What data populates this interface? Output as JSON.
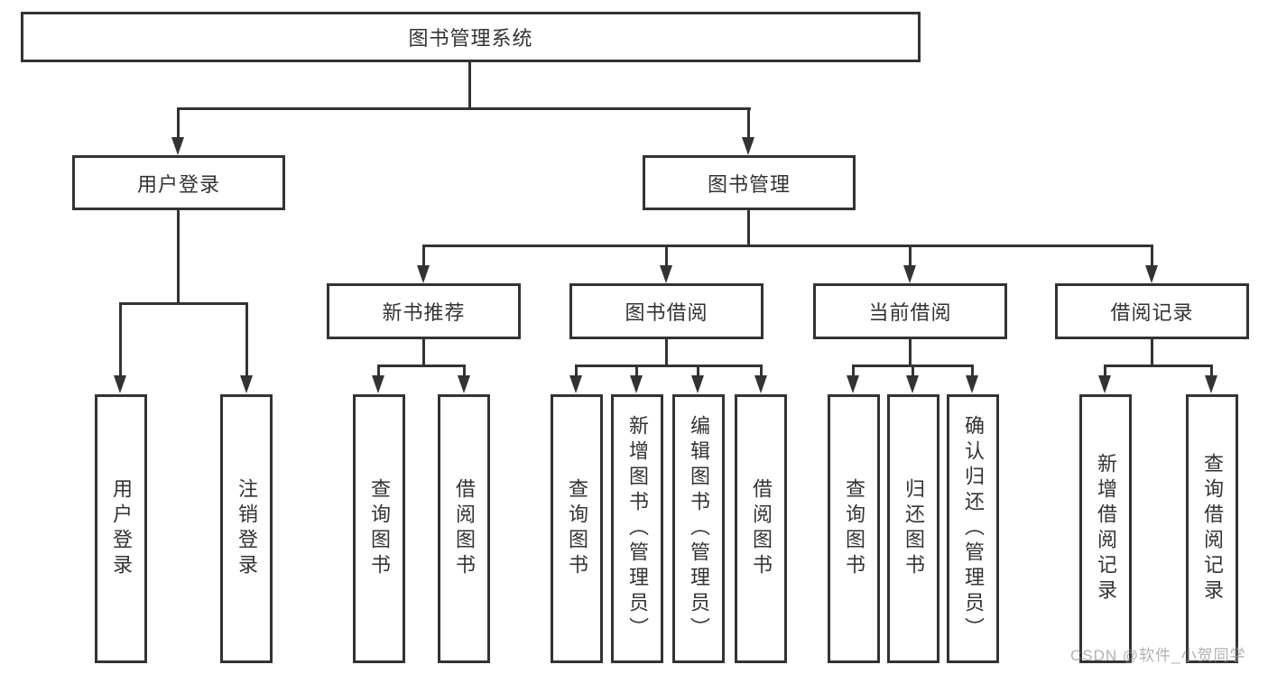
{
  "diagram": {
    "root": {
      "label": "图书管理系统"
    },
    "level2": [
      {
        "label": "用户登录"
      },
      {
        "label": "图书管理"
      }
    ],
    "level3": [
      {
        "label": "新书推荐"
      },
      {
        "label": "图书借阅"
      },
      {
        "label": "当前借阅"
      },
      {
        "label": "借阅记录"
      }
    ],
    "leaves": {
      "user_login": [
        "用户登录",
        "注销登录"
      ],
      "new_book": [
        "查询图书",
        "借阅图书"
      ],
      "book_borrow": [
        "查询图书",
        "新增图书（管理员）",
        "编辑图书（管理员）",
        "借阅图书"
      ],
      "current_borrow": [
        "查询图书",
        "归还图书",
        "确认归还（管理员）"
      ],
      "borrow_records": [
        "新增借阅记录",
        "查询借阅记录"
      ]
    }
  },
  "watermark": {
    "text": "CSDN @软件_小贺同学"
  },
  "colors": {
    "line": "#333333",
    "background": "#ffffff",
    "watermark": "#969696"
  }
}
